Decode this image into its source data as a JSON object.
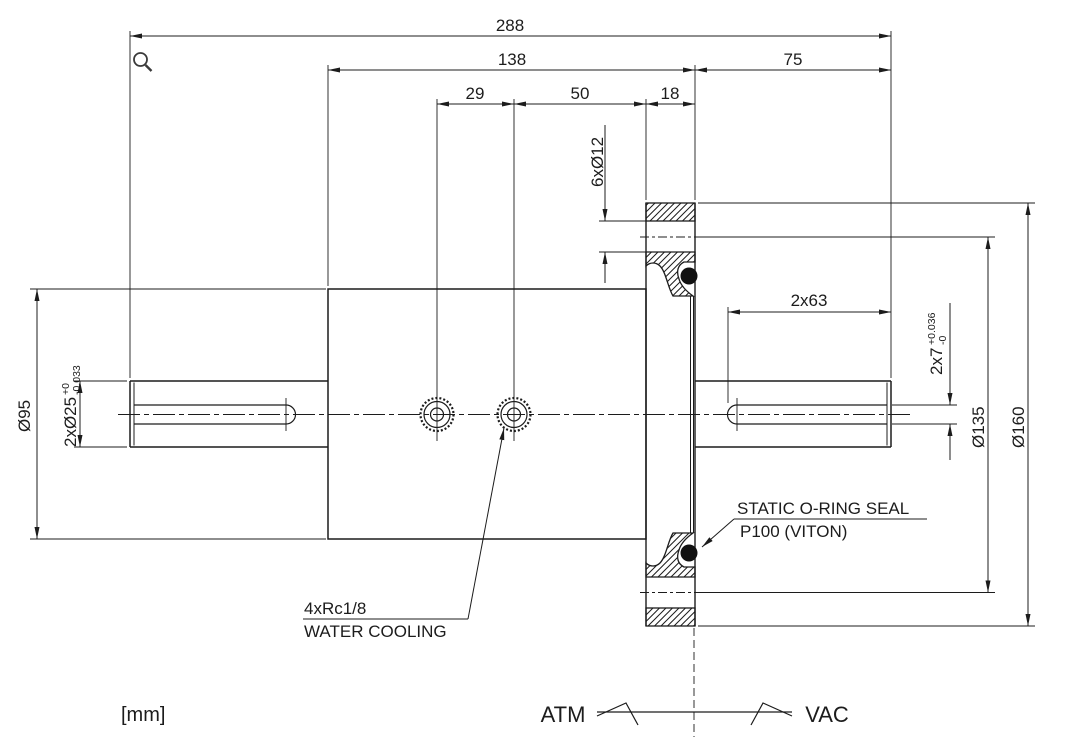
{
  "drawing": {
    "type": "technical-cad-drawing",
    "colors": {
      "line": "#1c1c1c",
      "background": "#ffffff",
      "oring_fill": "#111111"
    },
    "dimensions": {
      "overall_length": "288",
      "body_to_flange_face": "138",
      "right_shaft_length": "75",
      "port_spacing": "29",
      "port_to_flange": "50",
      "flange_thickness": "18",
      "bolt_holes": "6xØ12",
      "shaft_diameter": "2xØ25",
      "shaft_tol_upper": "+0",
      "shaft_tol_lower": "-0.033",
      "body_diameter": "Ø95",
      "keyway_length": "2x63",
      "keyway_width": "2x7",
      "keyway_tol_upper": "+0.036",
      "keyway_tol_lower": "-0",
      "bolt_circle_diameter": "Ø135",
      "flange_diameter": "Ø160"
    },
    "annotations": {
      "cooling_line1": "4xRc1/8",
      "cooling_line2": "WATER COOLING",
      "oring_line1": "STATIC O-RING SEAL",
      "oring_line2": "P100 (VITON)",
      "units": "[mm]",
      "atmosphere_side": "ATM",
      "vacuum_side": "VAC"
    },
    "icons": {
      "magnifier": "zoom-magnifier"
    }
  }
}
